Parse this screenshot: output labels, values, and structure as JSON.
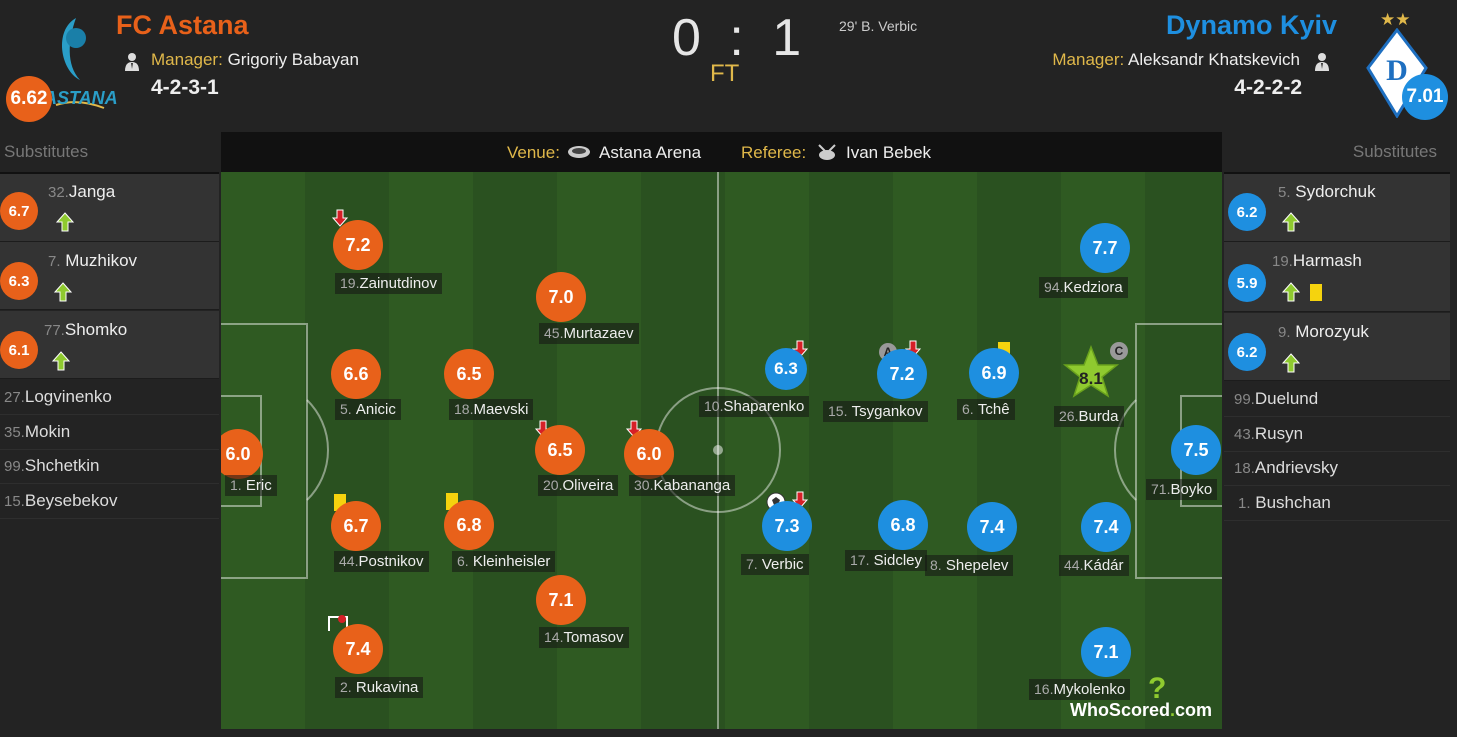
{
  "home": {
    "name": "FC Astana",
    "manager_label": "Manager:",
    "manager": "Grigoriy Babayan",
    "formation": "4-2-3-1",
    "rating": "6.62",
    "logo_text": "ASTANA",
    "color": "#e8611a",
    "substitutes": [
      {
        "num": "32.",
        "name": "Janga",
        "rating": "6.7"
      },
      {
        "num": "7.",
        "name": "Muzhikov",
        "rating": "6.3"
      },
      {
        "num": "77.",
        "name": "Shomko",
        "rating": "6.1"
      }
    ],
    "bench": [
      {
        "num": "27.",
        "name": "Logvinenko"
      },
      {
        "num": "35.",
        "name": "Mokin"
      },
      {
        "num": "99.",
        "name": "Shchetkin"
      },
      {
        "num": "15.",
        "name": "Beysebekov"
      }
    ],
    "players": [
      {
        "num": "19.",
        "name": "Zainutdinov",
        "rating": "7.2"
      },
      {
        "num": "45.",
        "name": "Murtazaev",
        "rating": "7.0"
      },
      {
        "num": "5.",
        "name": "Anicic",
        "rating": "6.6"
      },
      {
        "num": "18.",
        "name": "Maevski",
        "rating": "6.5"
      },
      {
        "num": "1.",
        "name": "Eric",
        "rating": "6.0"
      },
      {
        "num": "20.",
        "name": "Oliveira",
        "rating": "6.5"
      },
      {
        "num": "30.",
        "name": "Kabananga",
        "rating": "6.0"
      },
      {
        "num": "44.",
        "name": "Postnikov",
        "rating": "6.7"
      },
      {
        "num": "6.",
        "name": "Kleinheisler",
        "rating": "6.8"
      },
      {
        "num": "14.",
        "name": "Tomasov",
        "rating": "7.1"
      },
      {
        "num": "2.",
        "name": "Rukavina",
        "rating": "7.4"
      }
    ]
  },
  "away": {
    "name": "Dynamo Kyiv",
    "manager_label": "Manager:",
    "manager": "Aleksandr Khatskevich",
    "formation": "4-2-2-2",
    "rating": "7.01",
    "stars": "★★",
    "color": "#1e8fe0",
    "substitutes": [
      {
        "num": "5.",
        "name": "Sydorchuk",
        "rating": "6.2"
      },
      {
        "num": "19.",
        "name": "Harmash",
        "rating": "5.9"
      },
      {
        "num": "9.",
        "name": "Morozyuk",
        "rating": "6.2"
      }
    ],
    "bench": [
      {
        "num": "99.",
        "name": "Duelund"
      },
      {
        "num": "43.",
        "name": "Rusyn"
      },
      {
        "num": "18.",
        "name": "Andrievsky"
      },
      {
        "num": "1.",
        "name": "Bushchan"
      }
    ],
    "players": [
      {
        "num": "94.",
        "name": "Kedziora",
        "rating": "7.7"
      },
      {
        "num": "10.",
        "name": "Shaparenko",
        "rating": "6.3"
      },
      {
        "num": "15.",
        "name": "Tsygankov",
        "rating": "7.2"
      },
      {
        "num": "6.",
        "name": "Tchê",
        "rating": "6.9"
      },
      {
        "num": "26.",
        "name": "Burda",
        "rating": "8.1"
      },
      {
        "num": "71.",
        "name": "Boyko",
        "rating": "7.5"
      },
      {
        "num": "7.",
        "name": "Verbic",
        "rating": "7.3"
      },
      {
        "num": "17.",
        "name": "Sidcley",
        "rating": "6.8"
      },
      {
        "num": "8.",
        "name": "Shepelev",
        "rating": "7.4"
      },
      {
        "num": "44.",
        "name": "Kádár",
        "rating": "7.4"
      },
      {
        "num": "16.",
        "name": "Mykolenko",
        "rating": "7.1"
      }
    ]
  },
  "score": {
    "home": "0",
    "sep": ":",
    "away": "1",
    "status": "FT",
    "goal_note": "29' B. Verbic"
  },
  "info": {
    "venue_label": "Venue:",
    "venue": "Astana Arena",
    "referee_label": "Referee:",
    "referee": "Ivan Bebek"
  },
  "substitutes_label": "Substitutes",
  "watermark": {
    "brand": "WhoScored",
    "dot": ".",
    "tld": "com",
    "mark": "?"
  },
  "captain_mark": "C",
  "assistant_mark": "A",
  "colors": {
    "yellow_card": "#f5d30e",
    "sub_in_arrow": "#8fca2f",
    "sub_out_arrow": "#d62027",
    "motm_star": "#8fca2f"
  },
  "icons": [
    "person-icon",
    "stadium-icon",
    "whistle-icon",
    "sub-in-arrow-icon",
    "sub-out-arrow-icon",
    "yellow-card-icon",
    "ball-icon",
    "goal-icon",
    "star-icon"
  ]
}
